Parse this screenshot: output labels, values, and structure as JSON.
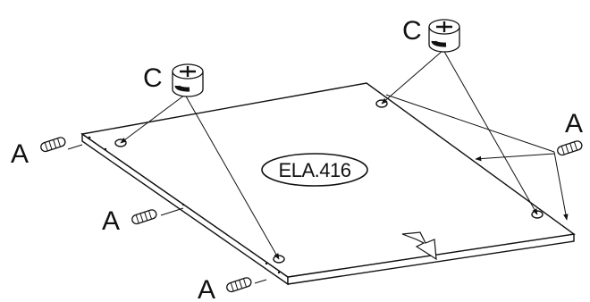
{
  "panel": {
    "code": "ELA.416"
  },
  "labels": {
    "dowel": "A",
    "cam_lock": "C"
  }
}
